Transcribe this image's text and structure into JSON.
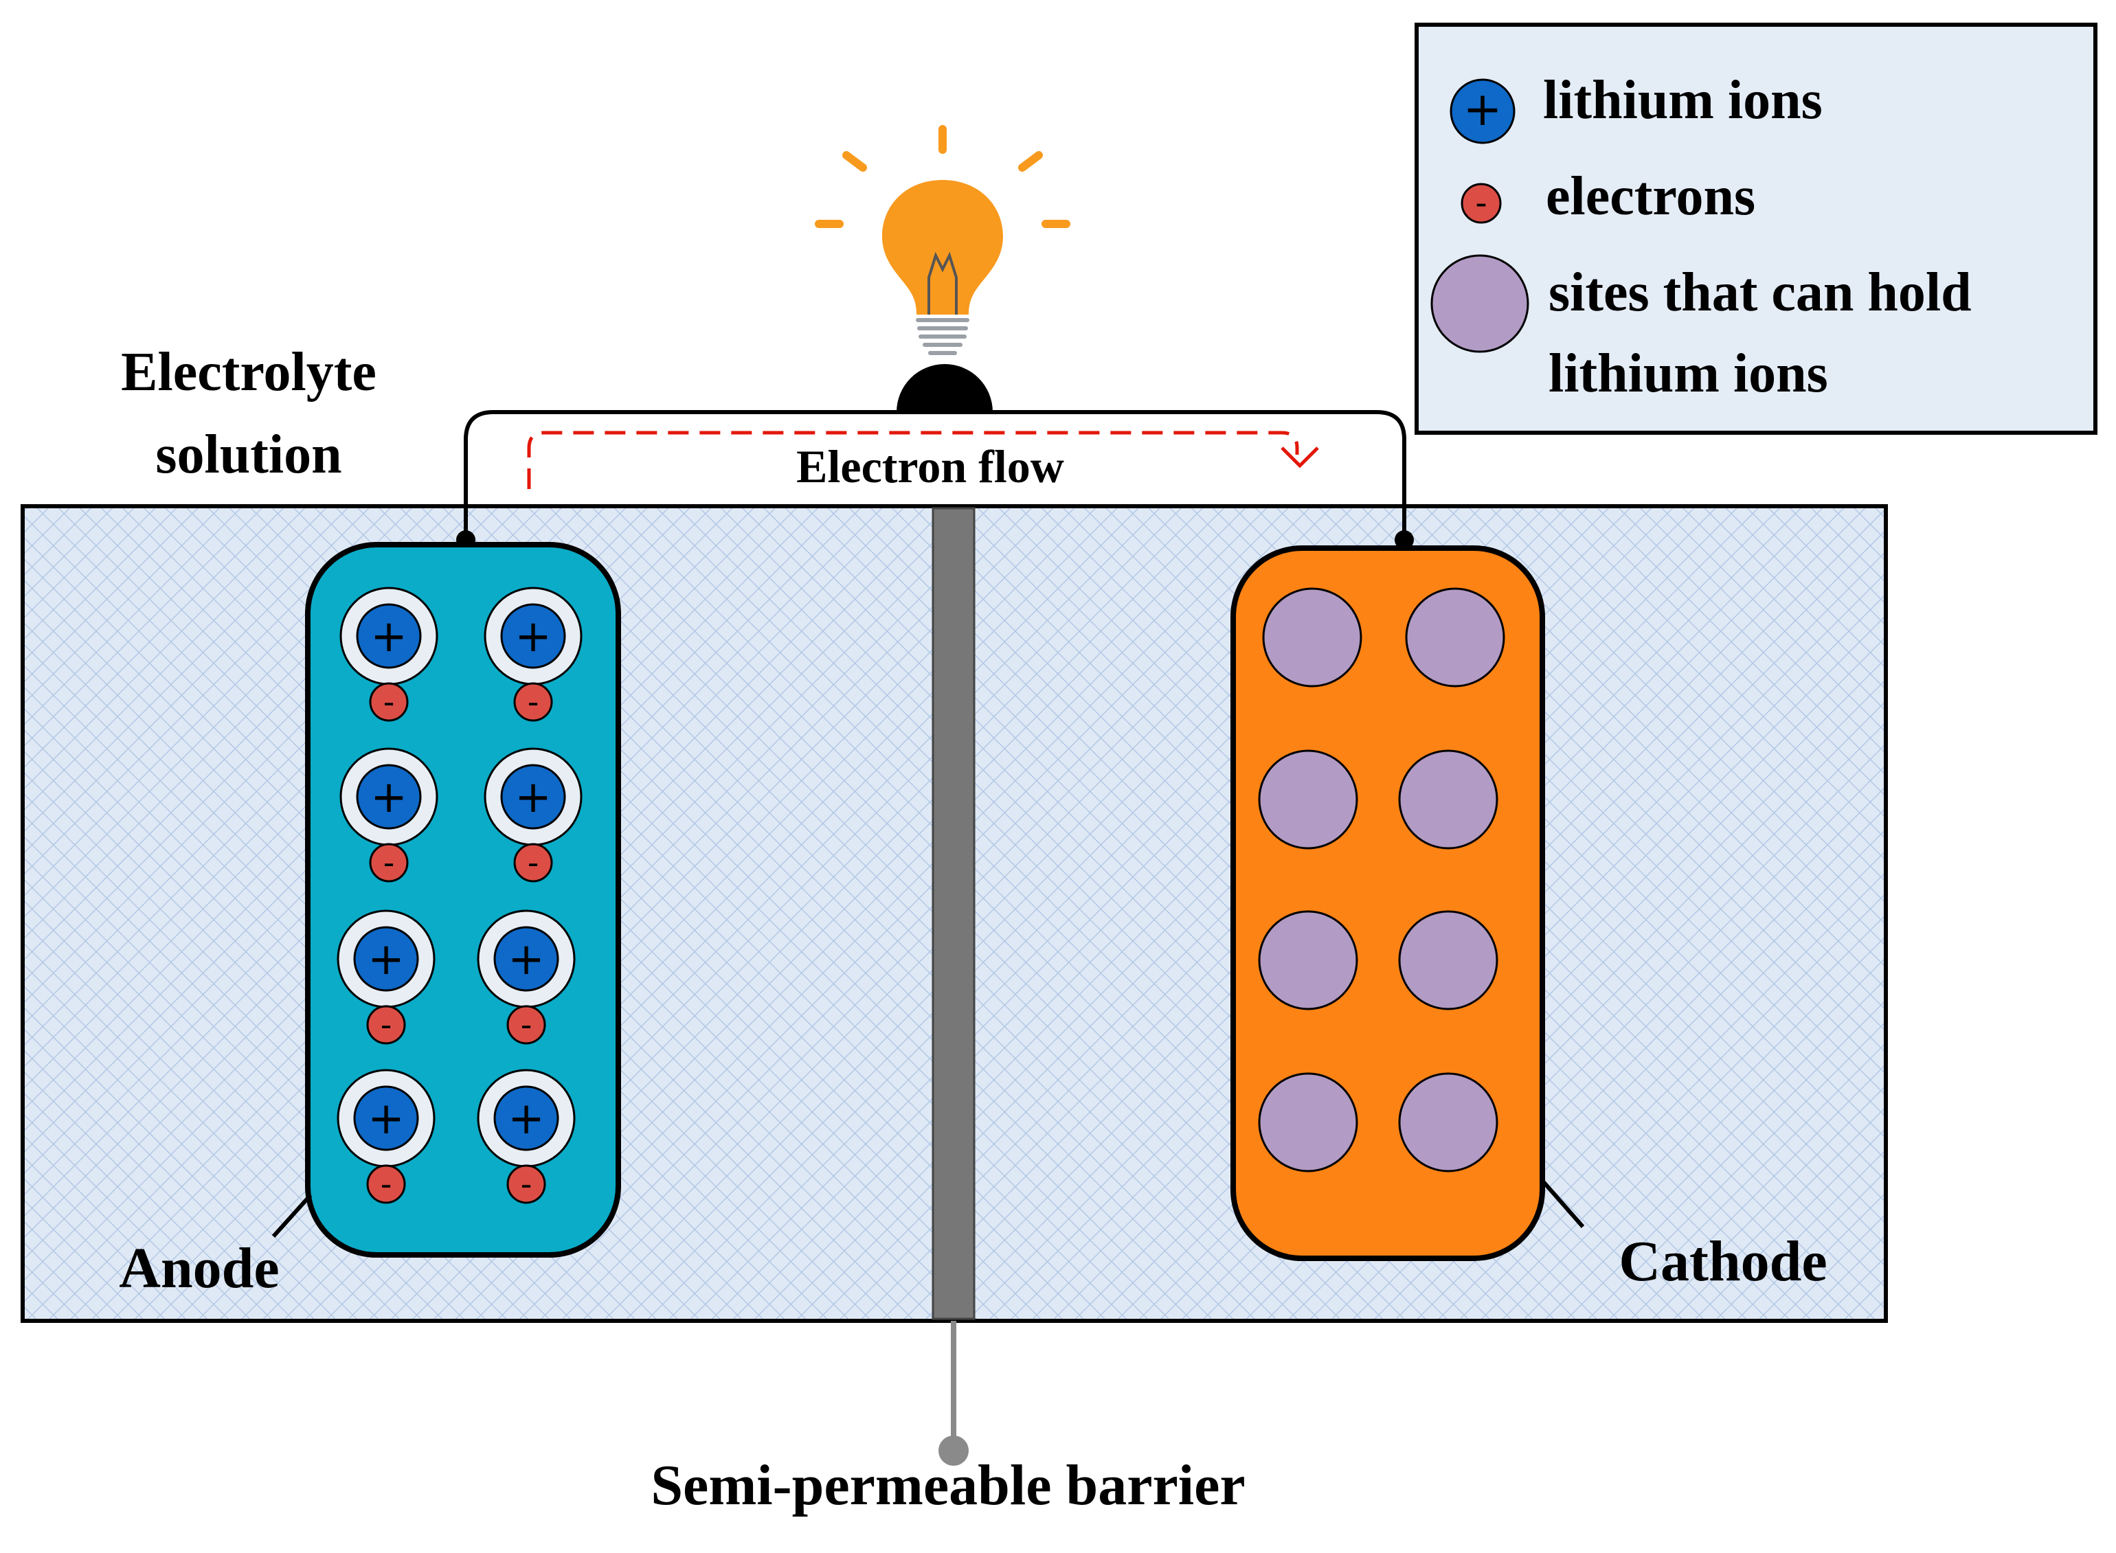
{
  "legend": {
    "items": [
      {
        "symbol": "+",
        "label": "lithium ions"
      },
      {
        "symbol": "-",
        "label": "electrons"
      },
      {
        "symbol": "",
        "label_line1": "sites that can hold",
        "label_line2": "lithium ions"
      }
    ]
  },
  "labels": {
    "electrolyte_line1": "Electrolyte",
    "electrolyte_line2": "solution",
    "electron_flow": "Electron flow",
    "anode": "Anode",
    "cathode": "Cathode",
    "barrier": "Semi-permeable barrier"
  },
  "symbols": {
    "plus": "+",
    "minus": "-"
  },
  "counts": {
    "anode_lithium_ions": 8,
    "cathode_sites": 8
  },
  "colors": {
    "electrolyte_bg": "#dfe9f5",
    "hatch": "#b4c8e6",
    "anode_fill": "#0aacc8",
    "cathode_fill": "#fd8314",
    "ion_fill": "#0e69c8",
    "electron_fill": "#dc4e45",
    "site_fill": "#b29bc4",
    "barrier_fill": "#777777",
    "legend_bg": "#e4ecf6",
    "bulb": "#f89a1e",
    "electron_flow_arrow": "#e3170a"
  },
  "icons": [
    "light-bulb-icon",
    "electron-flow-arrow-icon"
  ]
}
